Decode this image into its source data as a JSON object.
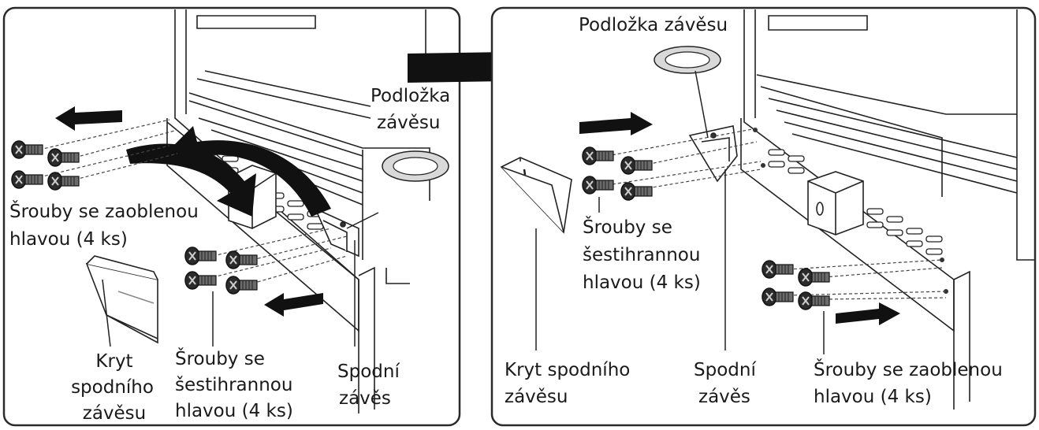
{
  "left_panel": {
    "labels": {
      "washer_line1": "Podložka",
      "washer_line2": "závěsu",
      "round_screws_line1": "Šrouby se zaoblenou",
      "round_screws_line2": "hlavou (4 ks)",
      "cover_line1": "Kryt",
      "cover_line2": "spodního",
      "cover_line3": "závěsu",
      "hex_screws_line1": "Šrouby se",
      "hex_screws_line2": "šestihrannou",
      "hex_screws_line3": "hlavou (4 ks)",
      "hinge_line1": "Spodní",
      "hinge_line2": "závěs"
    }
  },
  "right_panel": {
    "labels": {
      "washer": "Podložka závěsu",
      "hex_screws_line1": "Šrouby se",
      "hex_screws_line2": "šestihrannou",
      "hex_screws_line3": "hlavou (4 ks)",
      "cover_line1": "Kryt spodního",
      "cover_line2": "závěsu",
      "hinge_line1": "Spodní",
      "hinge_line2": "závěs",
      "round_screws_line1": "Šrouby se zaoblenou",
      "round_screws_line2": "hlavou (4 ks)"
    }
  },
  "colors": {
    "ink": "#1a1a1a",
    "arrow": "#111111",
    "washer_ring": "#d9d9d9",
    "panel_border": "#2a2a2a"
  },
  "icons": [
    "arrow-icon",
    "screw-icon",
    "washer-icon",
    "hinge-icon",
    "cover-icon",
    "fridge-icon"
  ]
}
